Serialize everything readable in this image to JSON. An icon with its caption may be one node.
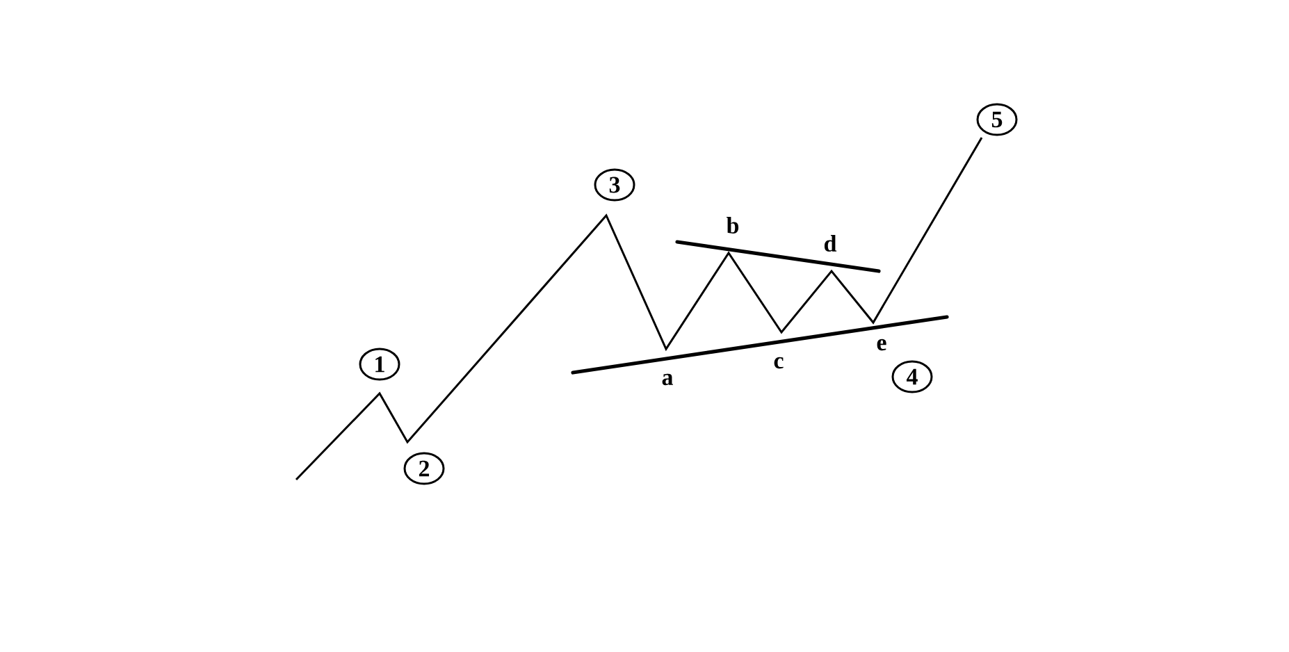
{
  "diagram": {
    "nodes": [
      {
        "text": [
          "1"
        ]
      },
      {
        "text": [
          "2"
        ]
      },
      {
        "text": [
          "3"
        ]
      },
      {
        "text": [
          "4"
        ]
      },
      {
        "text": [
          "5"
        ]
      }
    ],
    "labels": [
      "a",
      "b",
      "c",
      "d",
      "e"
    ]
  }
}
